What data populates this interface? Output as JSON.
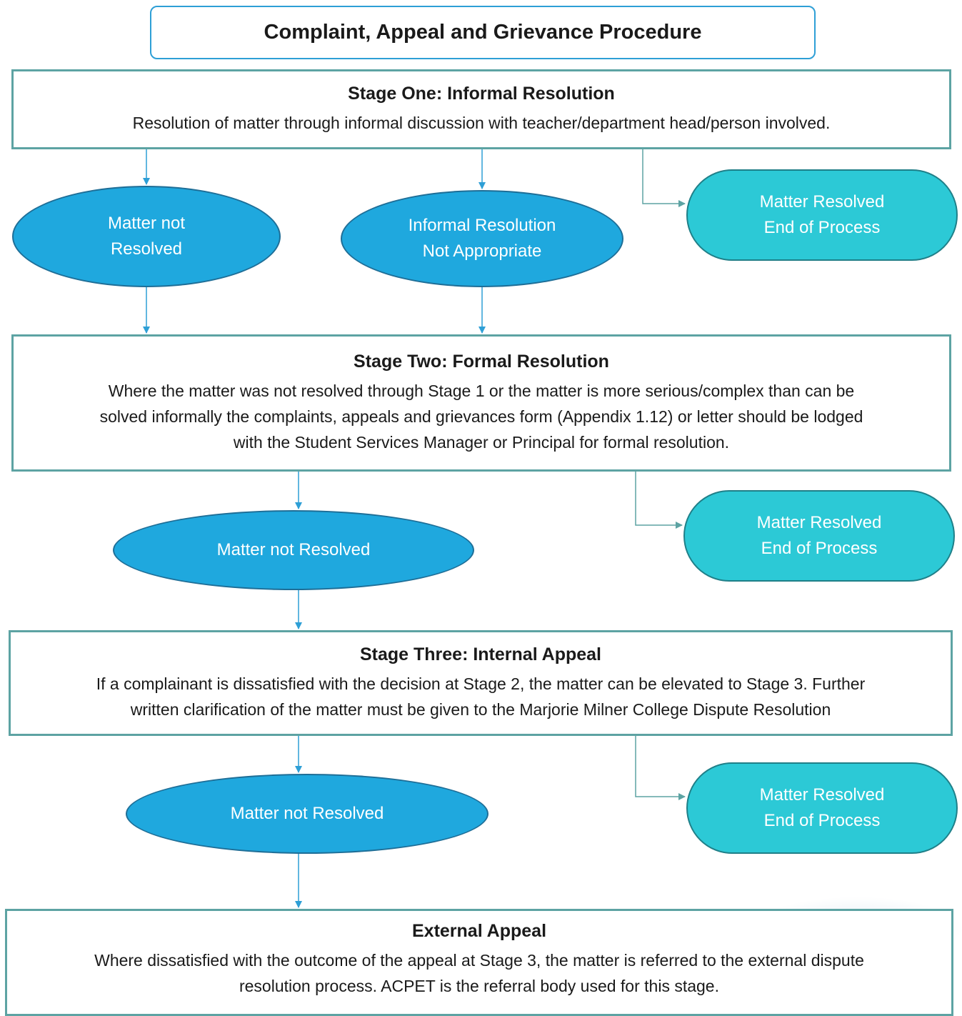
{
  "title": "Complaint, Appeal and Grievance Procedure",
  "stage1": {
    "title": "Stage One: Informal Resolution",
    "desc": "Resolution of matter through informal discussion with teacher/department head/person involved."
  },
  "stage1_ovals": {
    "left": [
      "Matter not",
      "Resolved"
    ],
    "mid": [
      "Informal Resolution",
      "Not Appropriate"
    ]
  },
  "stage2": {
    "title": "Stage Two: Formal Resolution",
    "desc_lines": [
      "Where the matter was not resolved through Stage 1 or the matter is more serious/complex than can be",
      "solved informally the complaints, appeals and grievances form (Appendix 1.12) or letter should be lodged",
      "with the Student Services Manager or Principal for formal resolution."
    ]
  },
  "stage3": {
    "title": "Stage Three: Internal Appeal",
    "desc_lines": [
      "If a complainant is dissatisfied with the decision at Stage 2, the matter can be elevated to Stage 3. Further",
      "written clarification of the matter must be given to the Marjorie Milner College Dispute Resolution"
    ]
  },
  "external": {
    "title": "External Appeal",
    "desc_lines": [
      "Where dissatisfied with the outcome of the appeal at Stage 3, the matter is referred to the external dispute",
      "resolution process. ACPET is the referral body used for this stage."
    ]
  },
  "not_resolved": "Matter not Resolved",
  "resolved": [
    "Matter Resolved",
    "End of Process"
  ],
  "colors": {
    "oval": "#1fa8de",
    "pill": "#2cc9d6",
    "stage_border": "#5da3a3",
    "title_border": "#2e9fd6",
    "arrow": "#2e9fd6"
  }
}
